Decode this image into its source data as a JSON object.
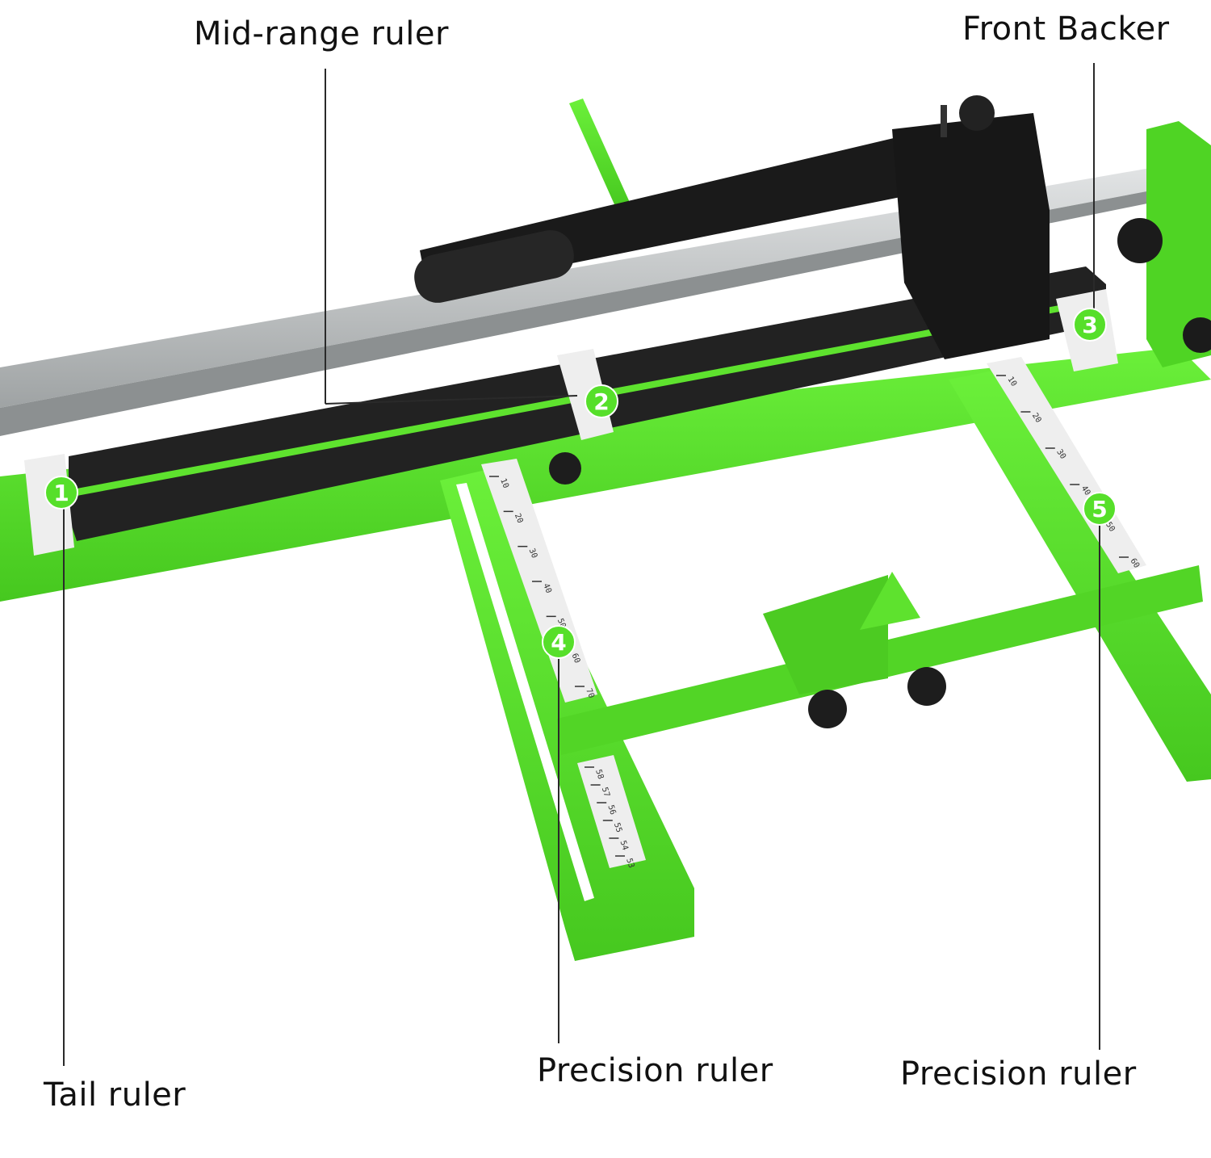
{
  "callouts": {
    "mid_range_ruler": "Mid-range ruler",
    "front_backer": "Front Backer",
    "tail_ruler": "Tail ruler",
    "precision_ruler_left": "Precision ruler",
    "precision_ruler_right": "Precision ruler"
  },
  "markers": [
    "1",
    "2",
    "3",
    "4",
    "5"
  ],
  "left_scale_ticks": [
    "10",
    "20",
    "30",
    "40",
    "50",
    "60",
    "70"
  ],
  "right_scale_ticks": [
    "10",
    "20",
    "30",
    "40",
    "50",
    "60"
  ],
  "lower_scale_ticks": [
    "58",
    "57",
    "56",
    "55",
    "54",
    "53"
  ],
  "colors": {
    "frame_green": "#57e22b",
    "frame_green_dark": "#3fb81d",
    "rail_black": "#1f1f1f",
    "guide_silver": "#c9cccd",
    "label_text": "#111111",
    "leader_line": "#2a2a2a"
  },
  "icons": {
    "knob": "adjustment-knob-icon",
    "handle": "lever-handle-icon"
  }
}
